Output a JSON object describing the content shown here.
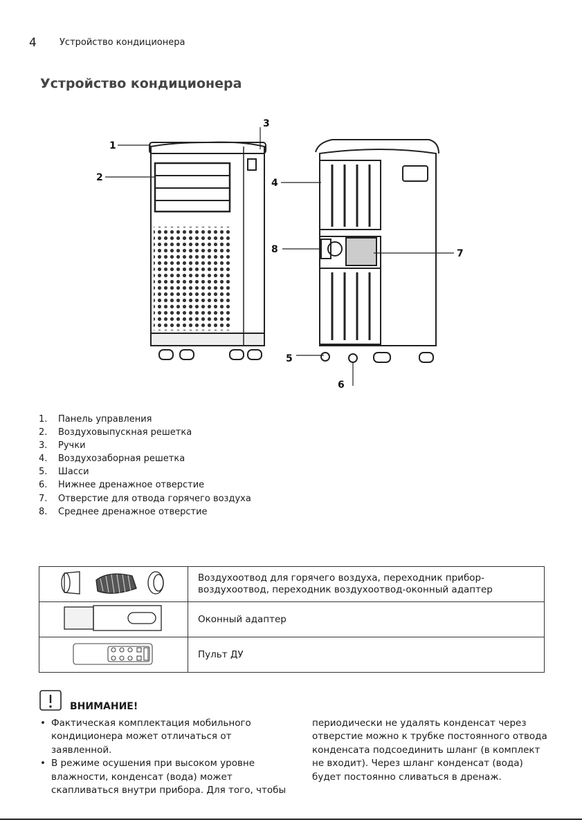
{
  "header": {
    "page_number": "4",
    "running_title": "Устройство кондиционера"
  },
  "title": "Устройство кондиционера",
  "figure": {
    "callouts": [
      "1",
      "2",
      "3",
      "4",
      "5",
      "6",
      "7",
      "8"
    ]
  },
  "parts": [
    {
      "num": "1.",
      "label": "Панель управления"
    },
    {
      "num": "2.",
      "label": "Воздуховыпускная решетка"
    },
    {
      "num": "3.",
      "label": "Ручки"
    },
    {
      "num": "4.",
      "label": "Воздухозаборная решетка"
    },
    {
      "num": "5.",
      "label": "Шасси"
    },
    {
      "num": "6.",
      "label": "Нижнее дренажное отверстие"
    },
    {
      "num": "7.",
      "label": "Отверстие для отвода горячего воздуха"
    },
    {
      "num": "8.",
      "label": "Среднее дренажное отверстие"
    }
  ],
  "accessories": [
    {
      "icon": "hose-and-adapters-icon",
      "text": "Воздухоотвод для горячего воздуха, переходник прибор-воздухоотвод, переходник воздухоотвод-оконный адаптер"
    },
    {
      "icon": "window-adapter-icon",
      "text": "Оконный адаптер"
    },
    {
      "icon": "remote-control-icon",
      "text": "Пульт ДУ"
    }
  ],
  "warning": {
    "icon": "exclamation-icon",
    "title": "ВНИМАНИЕ!",
    "items": [
      "Фактическая комплектация мобильного кондиционера может отличаться от заявленной.",
      "В режиме осушения при высоком уровне влажности,  конденсат (вода) может скапливаться внутри прибора. Для того, чтобы"
    ],
    "continuation": "периодически не удалять конденсат через отверстие можно к трубке постоянного отвода конденсата подсоединить шланг (в комплект не входит). Через шланг конденсат (вода) будет постоянно сливаться в дренаж."
  }
}
